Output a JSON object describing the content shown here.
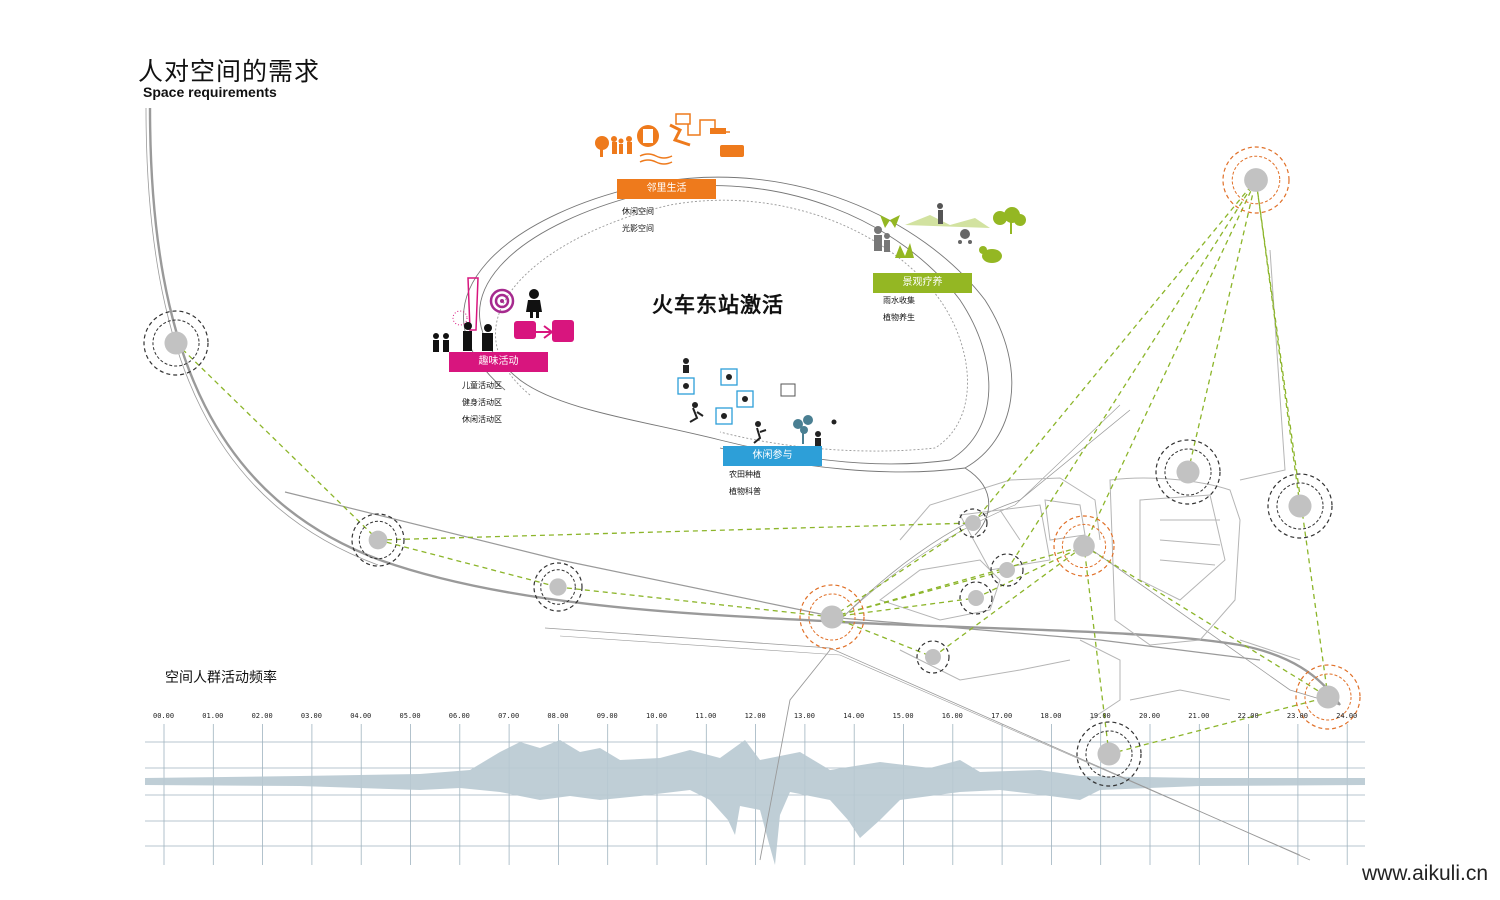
{
  "title": {
    "cn": "人对空间的需求",
    "en": "Space requirements"
  },
  "center_title": "火车东站激活",
  "categories": [
    {
      "label": "邻里生活",
      "color": "#ee7a1c",
      "items": [
        "休闲空间",
        "光影空间"
      ]
    },
    {
      "label": "景观疗养",
      "color": "#94b723",
      "items": [
        "雨水收集",
        "植物养生"
      ]
    },
    {
      "label": "趣味活动",
      "color": "#d8157e",
      "items": [
        "儿童活动区",
        "健身活动区",
        "休闲活动区"
      ]
    },
    {
      "label": "休闲参与",
      "color": "#2d9fd8",
      "items": [
        "农田种植",
        "植物科普"
      ]
    }
  ],
  "frequency": {
    "title": "空间人群活动频率",
    "hours": [
      "00.00",
      "01.00",
      "02.00",
      "03.00",
      "04.00",
      "05.00",
      "06.00",
      "07.00",
      "08.00",
      "09.00",
      "10.00",
      "11.00",
      "12.00",
      "13.00",
      "14.00",
      "15.00",
      "16.00",
      "17.00",
      "18.00",
      "19.00",
      "20.00",
      "21.00",
      "22.00",
      "23.00",
      "24.00"
    ]
  },
  "colors": {
    "node_dark": "#333333",
    "node_orange": "#e07028",
    "link": "#8cb52a",
    "track": "#9a9a9a",
    "wave": "#b8c9d2"
  },
  "watermark": "www.aikuli.cn"
}
